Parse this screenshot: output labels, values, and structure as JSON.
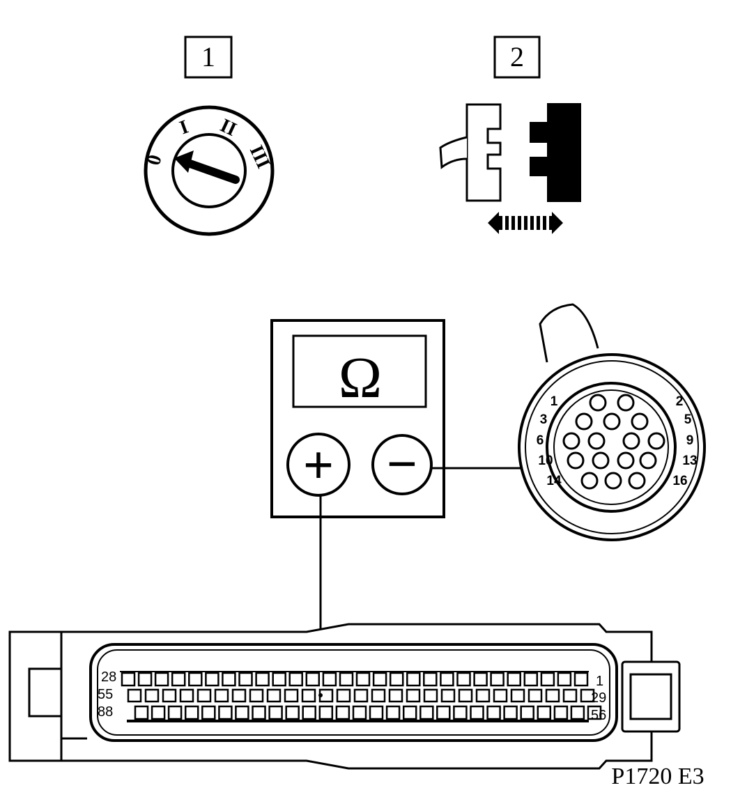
{
  "steps": [
    {
      "number": "1",
      "ignition_positions": [
        "0",
        "I",
        "II",
        "III"
      ]
    },
    {
      "number": "2"
    }
  ],
  "meter": {
    "symbol": "Ω",
    "positive_terminal": "+",
    "negative_terminal": "−"
  },
  "round_connector": {
    "pin_labels": [
      "1",
      "2",
      "3",
      "5",
      "6",
      "9",
      "10",
      "13",
      "14",
      "16"
    ]
  },
  "ecu_connector": {
    "row_labels_left": [
      "28",
      "55",
      "88"
    ],
    "row_labels_right": [
      "1",
      "29",
      "56"
    ]
  },
  "figure_reference": "P1720 E3",
  "colors": {
    "ink": "#000000",
    "paper": "#ffffff"
  }
}
